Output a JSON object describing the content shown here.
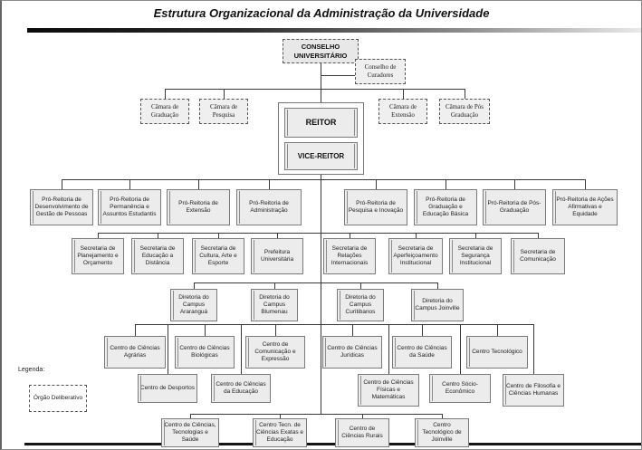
{
  "title": "Estrutura Organizacional da Administração da Universidade",
  "legend": {
    "label": "Legenda:",
    "item": "Órgão Deliberativo"
  },
  "colors": {
    "box_fill": "#ececec",
    "line": "#3a3a3a"
  },
  "nodes": {
    "conselho_universitario": "CONSELHO UNIVERSITÁRIO",
    "conselho_curadores": "Conselho de Curadores",
    "camara_graduacao": "Câmara de Graduação",
    "camara_pesquisa": "Câmara de Pesquisa",
    "camara_extensao": "Câmara de Extensão",
    "camara_pos_graduacao": "Câmara de Pós Graduação",
    "reitor": "REITOR",
    "vice_reitor": "VICE-REITOR",
    "pr_gestao_pessoas": "Pró-Reitoria de Desenvolvimento de Gestão de Pessoas",
    "pr_permanencia": "Pró-Reitoria de Permanência e Assuntos Estudantis",
    "pr_extensao": "Pró-Reitoria de Extensão",
    "pr_administracao": "Pró-Reitoria de Administração",
    "pr_pesquisa_inovacao": "Pró-Reitoria de Pesquisa e Inovação",
    "pr_graduacao_basica": "Pró-Reitoria de Graduação e Educação Básica",
    "pr_pos_graduacao": "Pró-Reitoria de Pós-Graduação",
    "pr_acoes_afirmativas": "Pró-Reitoria de Ações Afirmativas e Equidade",
    "sec_planejamento": "Secretaria de Planejamento e Orçamento",
    "sec_ead": "Secretaria de Educação a Distância",
    "sec_cultura": "Secretaria de Cultura, Arte e Esporte",
    "prefeitura": "Prefeitura Universitária",
    "sec_relacoes": "Secretaria de Relações Internacionais",
    "sec_aperfeicoamento": "Secretaria de Aperfeiçoamento Institucional",
    "sec_seguranca": "Secretaria de Segurança Institucional",
    "sec_comunicacao": "Secretaria de Comunicação",
    "dir_ararangua": "Diretoria do Campus Araranguá",
    "dir_blumenau": "Diretoria do Campus Blumenau",
    "dir_curitibanos": "Diretoria do Campus Curitibanos",
    "dir_joinville": "Diretoria do Campus Joinville",
    "cc_agrarias": "Centro de Ciências Agrárias",
    "cc_biologicas": "Centro de Ciências Biológicas",
    "c_comunicacao_expressao": "Centro de Comunicação e Expressão",
    "cc_juridicas": "Centro de Ciências Jurídicas",
    "cc_saude": "Centro de Ciências da Saúde",
    "c_tecnologico": "Centro Tecnológico",
    "c_desportos": "Centro de Desportos",
    "cc_educacao": "Centro de Ciências da Educação",
    "cc_fisicas_matematicas": "Centro de Ciências Físicas e Matemáticas",
    "c_socioeconomico": "Centro Sócio-Econômico",
    "c_filosofia_humanas": "Centro de Filosofia e Ciências Humanas",
    "cc_tecnologias_saude": "Centro de Ciências, Tecnologias e Saúde",
    "c_tecn_exatas_educacao": "Centro Tecn. de Ciências Exatas e Educação",
    "cc_rurais": "Centro de Ciências Rurais",
    "c_tecnologico_joinville": "Centro Tecnológico de Joinville"
  }
}
